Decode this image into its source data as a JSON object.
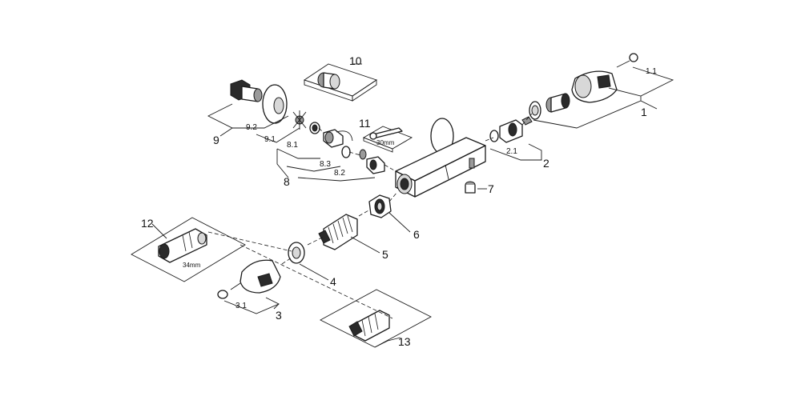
{
  "callouts": {
    "c1": "1",
    "c1_1": "1.1",
    "c2": "2",
    "c2_1": "2.1",
    "c3": "3",
    "c3_1": "3.1",
    "c4": "4",
    "c5": "5",
    "c6": "6",
    "c7": "7",
    "c8": "8",
    "c8_1": "8.1",
    "c8_2": "8.2",
    "c8_3": "8.3",
    "c9": "9",
    "c9_1": "9.1",
    "c9_2": "9.2",
    "c10": "10",
    "c11": "11",
    "c12": "12",
    "c13": "13"
  },
  "tool_sizes": {
    "wrench": "30mm",
    "key": "34mm"
  }
}
